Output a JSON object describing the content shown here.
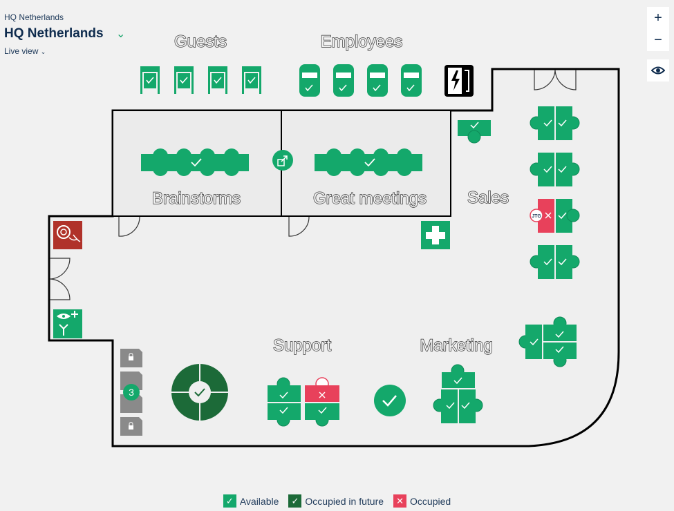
{
  "header": {
    "breadcrumb": "HQ Netherlands",
    "title": "HQ Netherlands",
    "view": "Live view"
  },
  "controls": {
    "zoom_in": "+",
    "zoom_out": "−"
  },
  "zones": {
    "guests": "Guests",
    "employees": "Employees",
    "brainstorms": "Brainstorms",
    "great_meetings": "Great meetings",
    "sales": "Sales",
    "support": "Support",
    "marketing": "Marketing"
  },
  "desk_labels": {
    "jtg": "JTG"
  },
  "locker_count": "3",
  "legend": {
    "available": "Available",
    "occupied_future": "Occupied in future",
    "occupied": "Occupied"
  },
  "colors": {
    "available": "#14a86b",
    "occupied_future": "#1c6a38",
    "occupied": "#e8415b",
    "fire": "#b0322a"
  }
}
